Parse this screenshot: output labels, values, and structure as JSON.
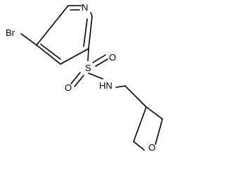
{
  "molecule": {
    "atoms": {
      "pyridine_n": "N",
      "bromine": "Br",
      "sulfur": "S",
      "oxygen_top": "O",
      "oxygen_bottom": "O",
      "amine": "HN",
      "oxetane_o": "O"
    }
  }
}
